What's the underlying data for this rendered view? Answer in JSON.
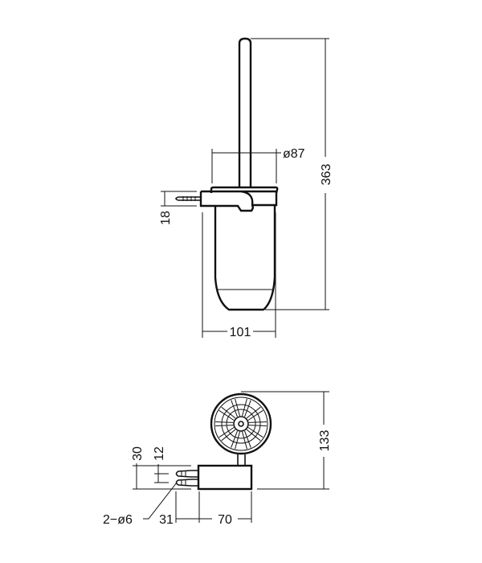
{
  "drawing": {
    "side_view": {
      "diameter_label": "ø87",
      "height_label": "363",
      "bracket_height_label": "18",
      "width_label": "101"
    },
    "top_view": {
      "depth_label": "133",
      "base_height_label": "30",
      "screw_spacing_label": "12",
      "screw_label": "2−ø6",
      "screw_offset_label": "31",
      "base_width_label": "70"
    }
  }
}
